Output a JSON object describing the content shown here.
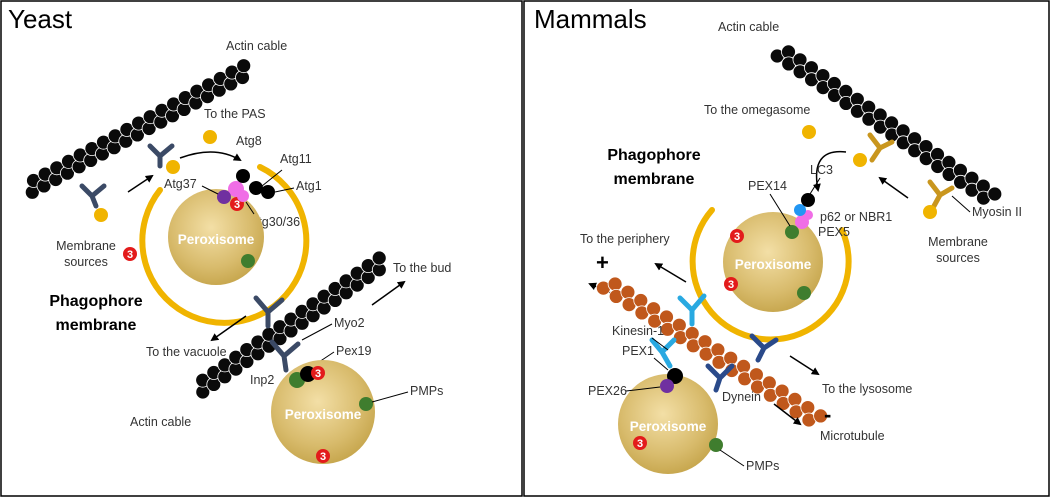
{
  "yeast": {
    "title": "Yeast",
    "actin_cable_top": "Actin cable",
    "actin_cable_bottom": "Actin cable",
    "to_pas": "To the PAS",
    "atg8": "Atg8",
    "atg11": "Atg11",
    "atg1": "Atg1",
    "atg37": "Atg37",
    "atg30_36": "Atg30/36",
    "membrane_sources": [
      "Membrane",
      "sources"
    ],
    "phagophore": [
      "Phagophore",
      "membrane"
    ],
    "peroxisome_upper": "Peroxisome",
    "peroxisome_lower": "Peroxisome",
    "to_bud": "To the bud",
    "myo2": "Myo2",
    "pex19": "Pex19",
    "to_vacuole": "To the vacuole",
    "inp2": "Inp2",
    "pmps": "PMPs",
    "ub": "3"
  },
  "mammals": {
    "title": "Mammals",
    "actin_cable": "Actin cable",
    "to_omegasome": "To the  omegasome",
    "phagophore": [
      "Phagophore",
      "membrane"
    ],
    "lc3": "LC3",
    "pex14": "PEX14",
    "p62": "p62 or NBR1",
    "pex5": "PEX5",
    "myosin": "Myosin II",
    "membrane_sources": [
      "Membrane",
      "sources"
    ],
    "to_periphery": "To the  periphery",
    "plus": "+",
    "minus": "-",
    "peroxisome_upper": "Peroxisome",
    "peroxisome_lower": "Peroxisome",
    "kinesin": "Kinesin-1",
    "pex1": "PEX1",
    "pex26": "PEX26",
    "dynein": "Dynein",
    "to_lysosome": "To the lysosome",
    "microtubule": "Microtubule",
    "pmps": "PMPs",
    "ub": "3"
  },
  "colors": {
    "actin": "#0a0a0a",
    "microtubule": "#c0581c",
    "membrane": "#f0b400",
    "peroxisome": "#dcc07a",
    "ubiquitin": "#e31b1b",
    "pmp": "#3f7d2e",
    "yeast_motor": "#3b4a66",
    "myosin2": "#c9961e",
    "kinesin": "#29a9e1",
    "dynein": "#2a4a8a",
    "atg37": "#7030a0",
    "atg30": "#f06ee6",
    "p62": "#2196f3"
  }
}
